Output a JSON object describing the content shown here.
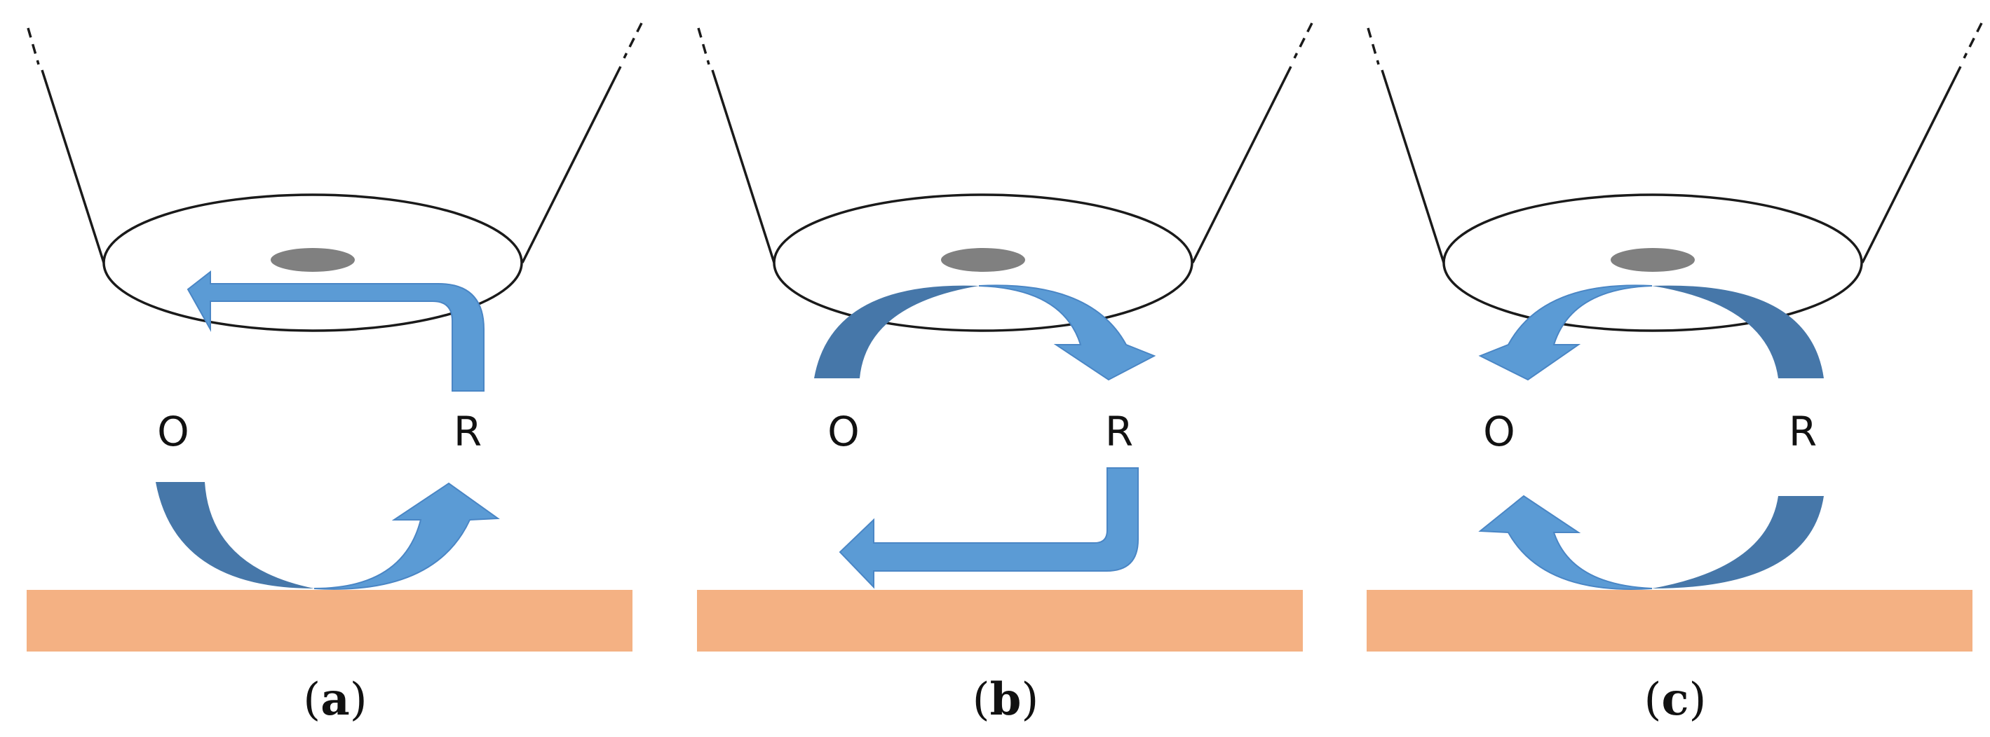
{
  "panels": [
    {
      "id": "a",
      "label_open": "(",
      "label_letter": "a",
      "label_close": ")",
      "species_left": "O",
      "species_right": "R"
    },
    {
      "id": "b",
      "label_open": "(",
      "label_letter": "b",
      "label_close": ")",
      "species_left": "O",
      "species_right": "R"
    },
    {
      "id": "c",
      "label_open": "(",
      "label_letter": "c",
      "label_close": ")",
      "species_left": "O",
      "species_right": "R"
    }
  ],
  "colors": {
    "arrow_light": "#5b9bd5",
    "arrow_dark": "#4677a9",
    "arrow_stroke": "#4a86c5",
    "substrate": "#f4b183",
    "disk_fill": "#ffffff",
    "electrode_dot": "#808080",
    "outline": "#1a1a1a"
  }
}
